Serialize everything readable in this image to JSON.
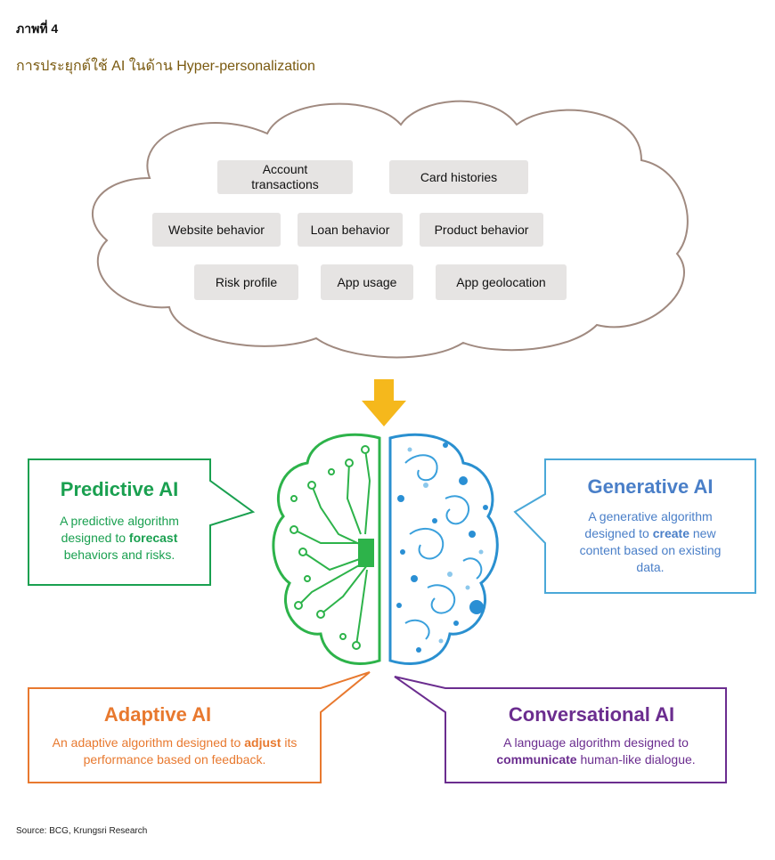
{
  "figure": {
    "label": "ภาพที่ 4",
    "title": "การประยุกต์ใช้ AI ในด้าน Hyper-personalization",
    "source": "Source: BCG, Krungsri Research"
  },
  "cloud": {
    "items": [
      "Account transactions",
      "Card histories",
      "Website behavior",
      "Loan behavior",
      "Product behavior",
      "Risk profile",
      "App usage",
      "App geolocation"
    ]
  },
  "cards": {
    "predictive": {
      "title": "Predictive AI",
      "desc_pre": "A predictive algorithm designed to ",
      "desc_bold": "forecast",
      "desc_post": " behaviors and risks.",
      "color": "#1aa050"
    },
    "generative": {
      "title": "Generative AI",
      "desc_pre": "A generative algorithm designed to ",
      "desc_bold": "create",
      "desc_post": " new content based on existing data.",
      "color": "#4a7fc8"
    },
    "adaptive": {
      "title": "Adaptive AI",
      "desc_pre": "An adaptive algorithm designed to ",
      "desc_bold": "adjust",
      "desc_post": " its performance based on feedback.",
      "color": "#e8792f"
    },
    "conversational": {
      "title": "Conversational AI",
      "desc_pre": "A language algorithm designed to ",
      "desc_bold": "communicate",
      "desc_post": " human-like dialogue.",
      "color": "#6b2d8f"
    }
  },
  "icons": {
    "arrow": "down-arrow-icon",
    "brain": "brain-icon"
  },
  "colors": {
    "arrow": "#f5b81c",
    "cloud_outline": "#a08a80",
    "brain_left": "#2db34a",
    "brain_right": "#2a90d0"
  }
}
